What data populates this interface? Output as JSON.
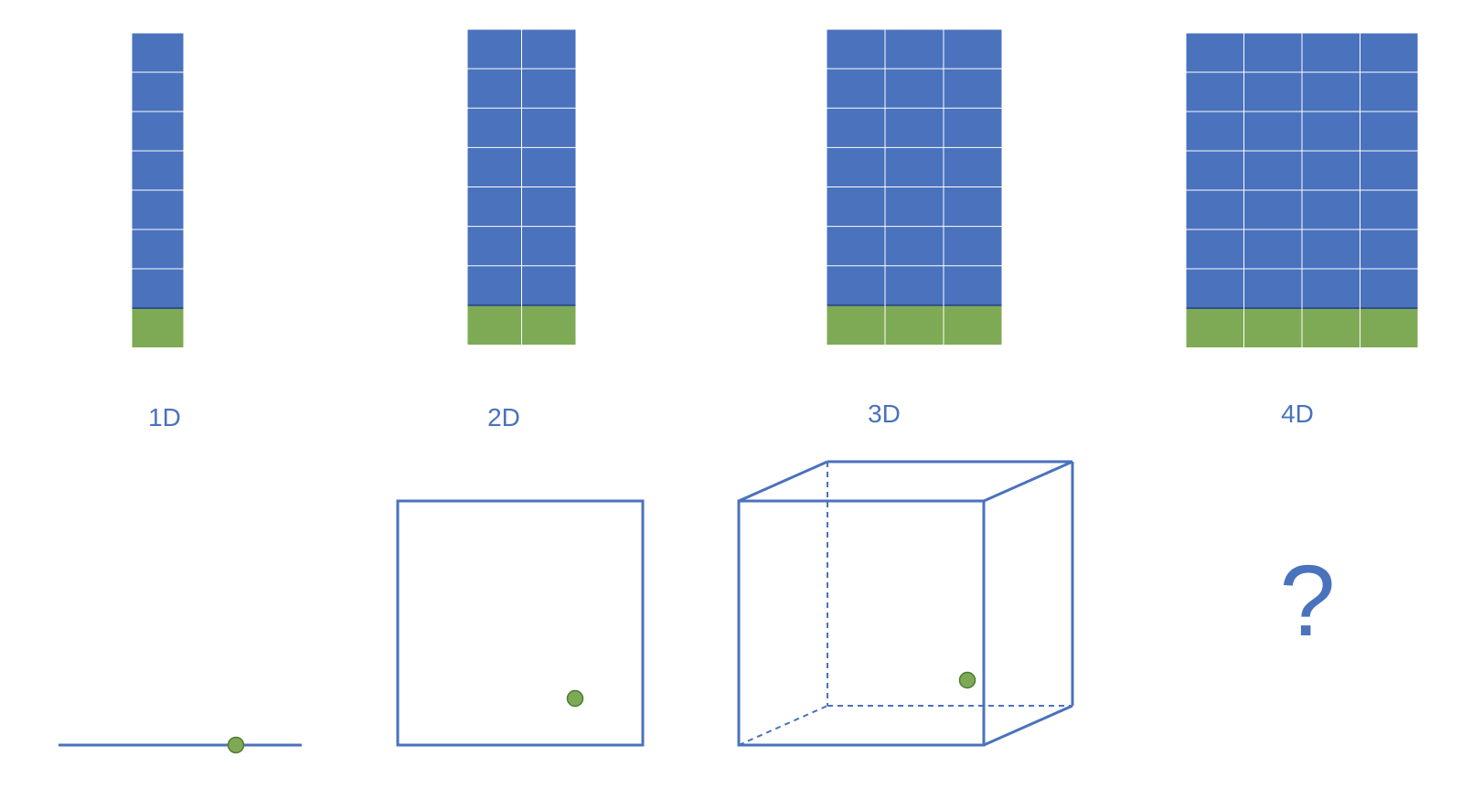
{
  "colors": {
    "blue_fill": "#4A72BD",
    "green_fill": "#7FAA55",
    "line_blue": "#4A72BD",
    "point_green": "#7FAA55",
    "point_outline": "#4E7A30",
    "grid_line": "#ffffff",
    "label": "#4A72BD"
  },
  "columns": [
    {
      "label": "1D",
      "grid_cols": 1,
      "grid_rows": 8,
      "green_rows": 1
    },
    {
      "label": "2D",
      "grid_cols": 2,
      "grid_rows": 8,
      "green_rows": 1
    },
    {
      "label": "3D",
      "grid_cols": 3,
      "grid_rows": 8,
      "green_rows": 1
    },
    {
      "label": "4D",
      "grid_cols": 4,
      "grid_rows": 8,
      "green_rows": 1
    }
  ],
  "bottom": {
    "line_1d_icon": "line-segment",
    "square_2d_icon": "square",
    "cube_3d_icon": "cube",
    "unknown_4d": "?"
  }
}
